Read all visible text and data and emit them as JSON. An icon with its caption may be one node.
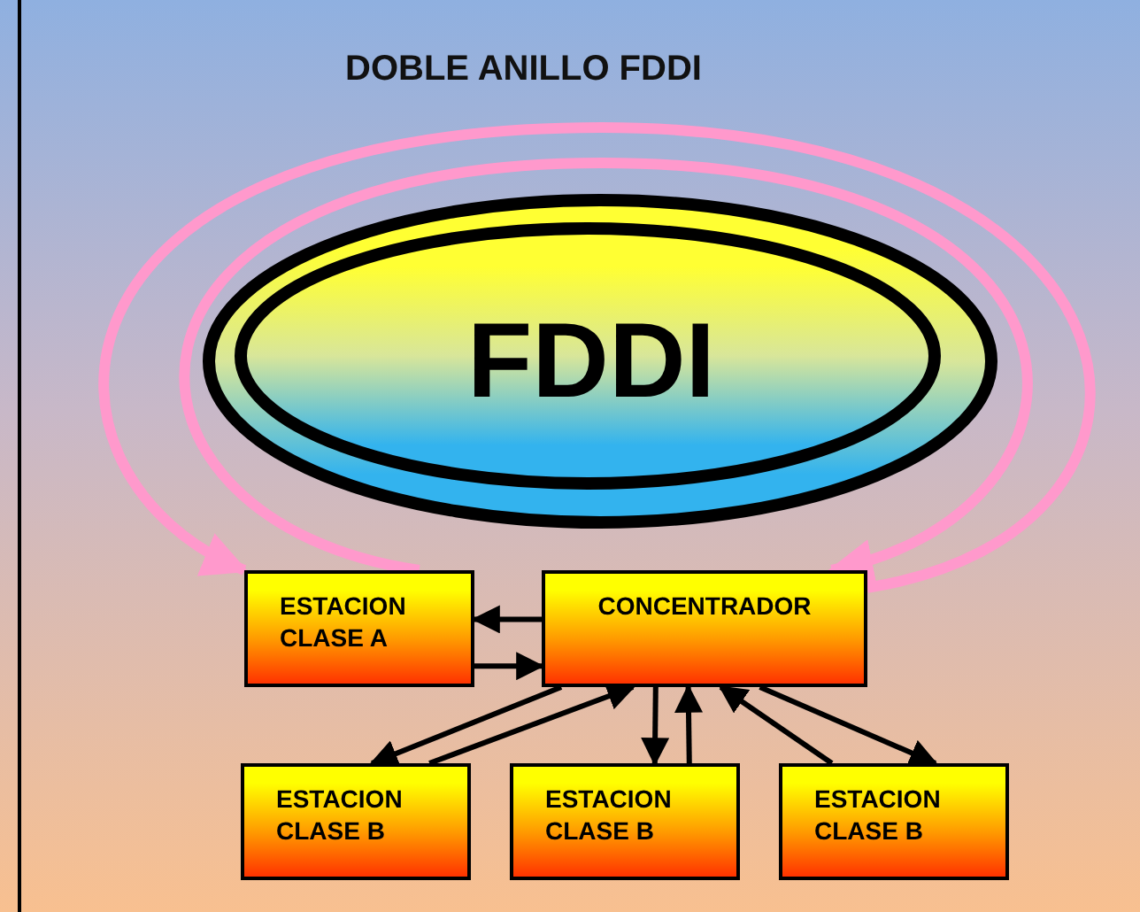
{
  "diagram": {
    "title": "DOBLE ANILLO FDDI",
    "nodes": [
      {
        "text": [
          "FDDI"
        ]
      },
      {
        "text": [
          "ESTACION CLASE A"
        ]
      },
      {
        "text": [
          "CONCENTRADOR"
        ]
      },
      {
        "text": [
          "ESTACION CLASE B"
        ]
      },
      {
        "text": [
          "ESTACION CLASE B"
        ]
      },
      {
        "text": [
          "ESTACION CLASE B"
        ]
      }
    ],
    "edges": [
      {
        "from": 2,
        "to": 1,
        "arrow": "to"
      },
      {
        "from": 1,
        "to": 2,
        "arrow": "to"
      },
      {
        "from": 2,
        "to": 3,
        "arrow": "to"
      },
      {
        "from": 3,
        "to": 2,
        "arrow": "to"
      },
      {
        "from": 2,
        "to": 4,
        "arrow": "to"
      },
      {
        "from": 4,
        "to": 2,
        "arrow": "to"
      },
      {
        "from": 5,
        "to": 2,
        "arrow": "to"
      },
      {
        "from": 2,
        "to": 5,
        "arrow": "to"
      },
      {
        "from": 2,
        "to": 1,
        "arrow": "to",
        "style": "thick",
        "color": "#ff99cc"
      },
      {
        "from": 1,
        "to": 2,
        "arrow": "to",
        "style": "thick",
        "color": "#ff99cc"
      }
    ]
  }
}
